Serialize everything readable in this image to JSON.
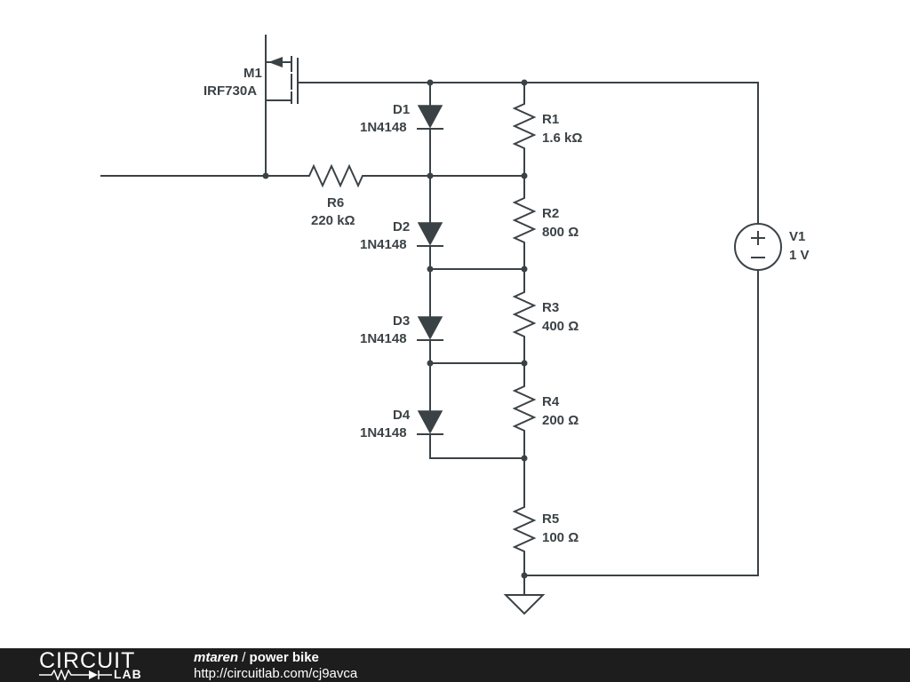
{
  "schematic": {
    "mosfet": {
      "ref": "M1",
      "part": "IRF730A"
    },
    "diodes": [
      {
        "ref": "D1",
        "part": "1N4148"
      },
      {
        "ref": "D2",
        "part": "1N4148"
      },
      {
        "ref": "D3",
        "part": "1N4148"
      },
      {
        "ref": "D4",
        "part": "1N4148"
      }
    ],
    "resistors": [
      {
        "ref": "R1",
        "value": "1.6 kΩ"
      },
      {
        "ref": "R2",
        "value": "800 Ω"
      },
      {
        "ref": "R3",
        "value": "400 Ω"
      },
      {
        "ref": "R4",
        "value": "200 Ω"
      },
      {
        "ref": "R5",
        "value": "100 Ω"
      },
      {
        "ref": "R6",
        "value": "220 kΩ"
      }
    ],
    "source": {
      "ref": "V1",
      "value": "1 V"
    },
    "colors": {
      "wire": "#3b4246",
      "background": "#ffffff"
    }
  },
  "footer": {
    "logo_top": "CIRCUIT",
    "logo_bottom": "LAB",
    "author": "mtaren",
    "separator": " / ",
    "title": "power bike",
    "url": "http://circuitlab.com/cj9avca",
    "background": "#1d1d1d"
  }
}
